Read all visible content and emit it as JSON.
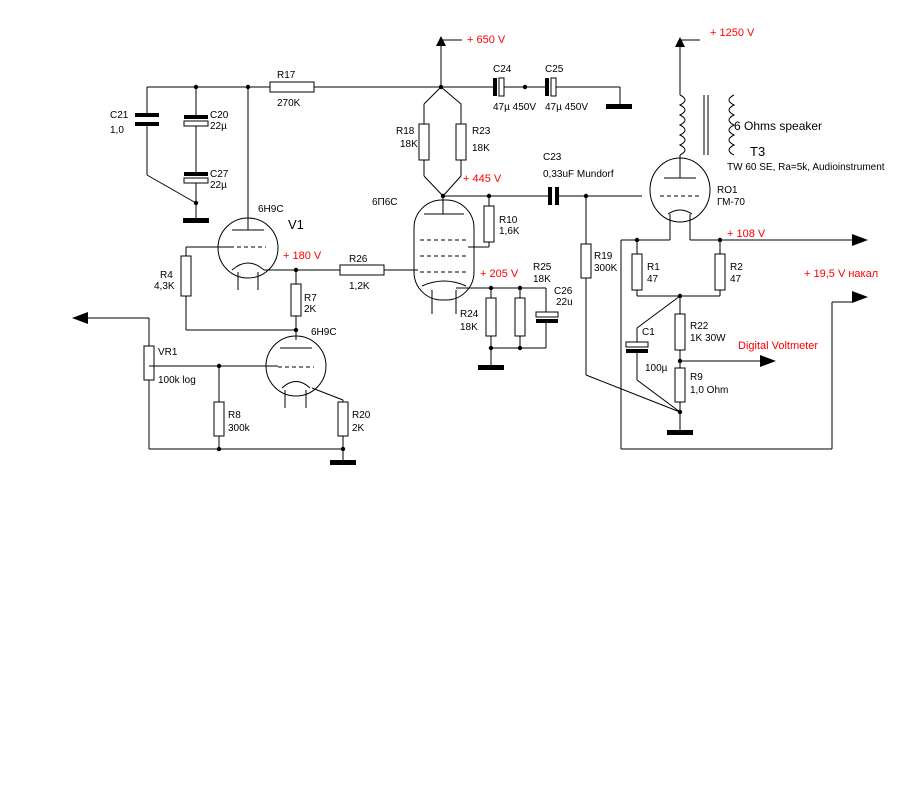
{
  "voltages": {
    "v650": "+ 650 V",
    "v1250": "+ 1250 V",
    "v445": "+ 445 V",
    "v180": "+ 180 V",
    "v205": "+ 205 V",
    "v108": "+ 108 V",
    "v19": "+ 19,5 V накал"
  },
  "labels": {
    "digital_voltmeter": "Digital Voltmeter",
    "speaker": "6 Ohms speaker",
    "t3": "T3",
    "t3_desc": "TW 60 SE, Ra=5k, Audioinstrument",
    "ro1_a": "RO1",
    "ro1_b": "ГМ-70",
    "v1": "V1",
    "tube_6n9s_top": "6Н9С",
    "tube_6n9s_bottom": "6Н9С",
    "tube_6p6s": "6П6С"
  },
  "components": {
    "r17_name": "R17",
    "r17_val": "270K",
    "c24_name": "C24",
    "c24_val": "47µ 450V",
    "c25_name": "C25",
    "c25_val": "47µ 450V",
    "c21_name": "C21",
    "c21_val": "1,0",
    "c20_name": "C20",
    "c20_val": "22µ",
    "c27_name": "C27",
    "c27_val": "22µ",
    "r18_name": "R18",
    "r18_val": "18K",
    "r23_name": "R23",
    "r23_val": "18K",
    "c23_name": "C23",
    "c23_val": "0,33uF Mundorf",
    "r10_name": "R10",
    "r10_val": "1,6K",
    "r4_name": "R4",
    "r4_val": "4,3K",
    "r26_name": "R26",
    "r26_val": "1,2K",
    "r7_name": "R7",
    "r7_val": "2K",
    "r25_name": "R25",
    "r25_val": "18K",
    "c26_name": "C26",
    "c26_val": "22u",
    "r24_name": "R24",
    "r24_val": "18K",
    "r19_name": "R19",
    "r19_val": "300K",
    "r1_name": "R1",
    "r1_val": "47",
    "r2_name": "R2",
    "r2_val": "47",
    "c1_name": "C1",
    "c1_val": "100µ",
    "r22_name": "R22",
    "r22_val": "1K 30W",
    "r9_name": "R9",
    "r9_val": "1,0 Ohm",
    "vr1_name": "VR1",
    "vr1_val": "100k log",
    "r8_name": "R8",
    "r8_val": "300k",
    "r20_name": "R20",
    "r20_val": "2K"
  }
}
